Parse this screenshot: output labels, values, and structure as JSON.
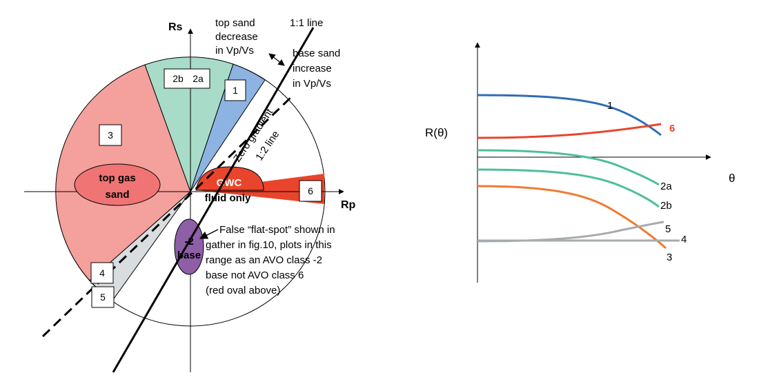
{
  "left_diagram": {
    "axis_x": "Rp",
    "axis_y": "Rs",
    "line_1_1": "1:1 line",
    "zero_gradient": [
      "Zero gradient",
      "1:2 line"
    ],
    "top_sand_note": [
      "top sand",
      "decrease",
      "in Vp/Vs"
    ],
    "base_sand_note": [
      "base sand",
      "increase",
      "in Vp/Vs"
    ],
    "class_labels": {
      "c1": "1",
      "c2b": "2b",
      "c2a": "2a",
      "c3": "3",
      "c4": "4",
      "c5": "5",
      "c6": "6"
    },
    "top_gas_sand": [
      "top gas",
      "sand"
    ],
    "gwc": [
      "GWC",
      "fluid only"
    ],
    "base_oval": [
      "-2",
      "base"
    ],
    "note": [
      "False “flat-spot” shown in",
      "gather in fig.10, plots in this",
      "range as an AVO class -2",
      "base not AVO class 6",
      "(red oval above)"
    ],
    "colors": {
      "class3": "#f4a09c",
      "class2": "#a8dcc8",
      "class1": "#8db3e2",
      "class5": "#d9dde0",
      "gas_oval": "#f07474",
      "gwc": "#e8452c",
      "base_oval": "#8e5ea6"
    }
  },
  "right_chart": {
    "ylabel": "R(θ)",
    "xlabel": "θ",
    "curves": [
      {
        "label": "1",
        "color": "#2f6cb5"
      },
      {
        "label": "6",
        "color": "#e8452c"
      },
      {
        "label": "2a",
        "color": "#4dbf98"
      },
      {
        "label": "2b",
        "color": "#4dbf98"
      },
      {
        "label": "3",
        "color": "#f07a32"
      },
      {
        "label": "5",
        "color": "#a6abae"
      },
      {
        "label": "4",
        "color": "#a6abae"
      }
    ]
  }
}
